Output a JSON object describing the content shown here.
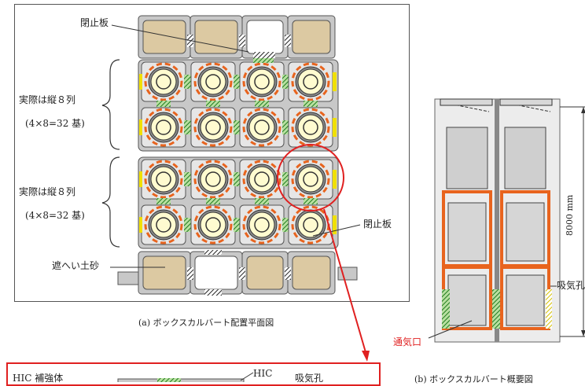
{
  "figure_a": {
    "label_closing_plate_top": "閉止板",
    "label_group1_line1": "実際は縦８列",
    "label_group1_line2": "(4×8=32 基)",
    "label_group2_line1": "実際は縦８列",
    "label_group2_line2": "(4×8=32 基)",
    "label_closing_plate_right": "閉止板",
    "label_shielding_soil": "遮へい土砂",
    "caption": "(a) ボックスカルバート配置平面図"
  },
  "figure_b": {
    "dimension": "8000 mm",
    "label_intake": "吸気孔",
    "label_vent": "通気口",
    "caption": "(b) ボックスカルバート概要図"
  },
  "figure_c": {
    "label_reinforcement": "HIC 補強体",
    "label_hic": "HIC",
    "label_intake": "吸気孔"
  },
  "colors": {
    "sand": "#dcc9a2",
    "concrete": "#c8c8c8",
    "hic_outer": "#fffbd0",
    "orange": "#e8641e",
    "green": "#3a9a3a",
    "red": "#e02020"
  }
}
